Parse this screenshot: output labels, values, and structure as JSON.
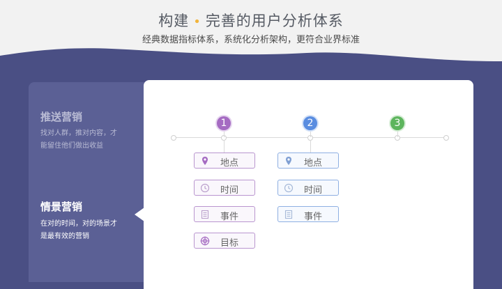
{
  "header": {
    "title_left": "构建",
    "title_dot": "•",
    "title_right": "完善的用户分析体系",
    "subtitle": "经典数据指标体系，系统化分析架构，更符合业界标准"
  },
  "sidebar": {
    "items": [
      {
        "title": "推送营销",
        "desc_line1": "找对人群，推对内容，才",
        "desc_line2": "能留住他们做出收益",
        "state": "inactive"
      },
      {
        "title": "情景营销",
        "desc_line1": "在对的时间，对的场景才",
        "desc_line2": "是最有效的营销",
        "state": "active"
      }
    ]
  },
  "steps": [
    "1",
    "2",
    "3"
  ],
  "columns": {
    "col1": [
      {
        "label": "地点",
        "icon": "location-pin-icon"
      },
      {
        "label": "时间",
        "icon": "clock-icon"
      },
      {
        "label": "事件",
        "icon": "document-icon"
      },
      {
        "label": "目标",
        "icon": "target-icon"
      }
    ],
    "col2": [
      {
        "label": "地点",
        "icon": "location-pin-icon"
      },
      {
        "label": "时间",
        "icon": "clock-icon"
      },
      {
        "label": "事件",
        "icon": "document-icon"
      }
    ]
  },
  "colors": {
    "background": "#4a4f84",
    "step1": "#a56bc2",
    "step2": "#5a8de0",
    "step3": "#5db55d",
    "accent_dot": "#f2b53c"
  }
}
